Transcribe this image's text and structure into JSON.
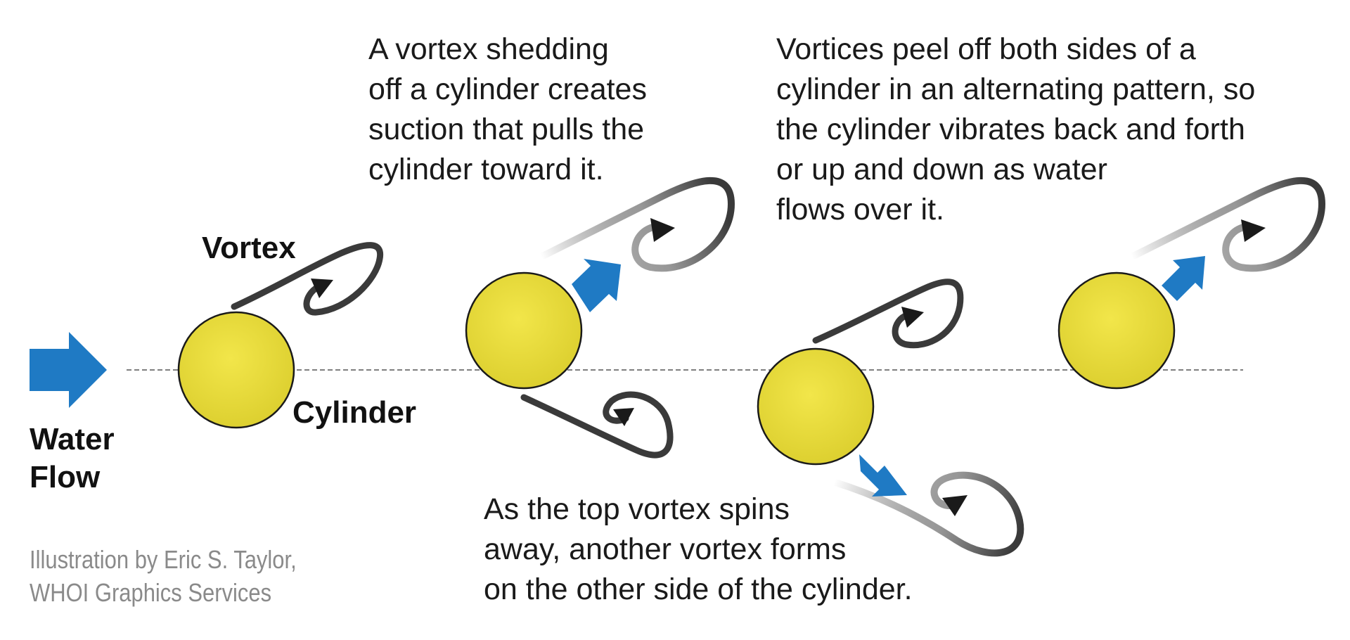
{
  "labels": {
    "water_flow": "Water\nFlow",
    "vortex": "Vortex",
    "cylinder": "Cylinder"
  },
  "captions": {
    "suction": "A vortex shedding\noff a cylinder creates\nsuction that pulls the\ncylinder toward it.",
    "alternating": "Vortices peel off both sides of a\ncylinder in an alternating pattern, so\nthe cylinder vibrates back and forth\nor up and down as water\nflows over it.",
    "other_side": "As the top vortex spins\naway, another vortex forms\non the other side of the cylinder."
  },
  "credit": "Illustration by Eric S. Taylor,\nWHOI Graphics Services",
  "colors": {
    "cylinder_fill": "#e8dc3a",
    "cylinder_stroke": "#1a1a1a",
    "arrow_blue": "#1f7ac4",
    "vortex_dark": "#3a3a3a",
    "centerline": "#555555",
    "credit_gray": "#8a8a8a"
  }
}
